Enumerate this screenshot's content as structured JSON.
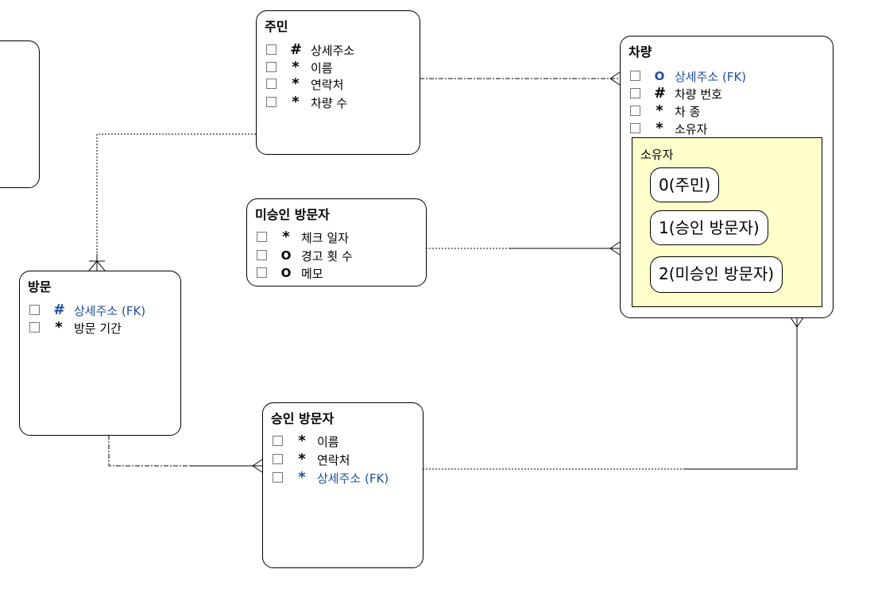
{
  "entities": {
    "resident": {
      "title": "주민",
      "attrs": [
        {
          "marker": "#",
          "label": "상세주소"
        },
        {
          "marker": "*",
          "label": "이름"
        },
        {
          "marker": "*",
          "label": "연락처"
        },
        {
          "marker": "*",
          "label": "차량 수"
        }
      ]
    },
    "vehicle": {
      "title": "차량",
      "attrs": [
        {
          "marker": "O",
          "label": "상세주소 (FK)"
        },
        {
          "marker": "#",
          "label": "차량 번호"
        },
        {
          "marker": "*",
          "label": "차 종"
        },
        {
          "marker": "*",
          "label": "소유자"
        }
      ],
      "subtype_group": {
        "title": "소유자",
        "subtypes": [
          "0(주민)",
          "1(승인 방문자)",
          "2(미승인 방문자)"
        ]
      }
    },
    "unapproved_visitor": {
      "title": "미승인 방문자",
      "attrs": [
        {
          "marker": "*",
          "label": "체크 일자"
        },
        {
          "marker": "O",
          "label": "경고 횟 수"
        },
        {
          "marker": "O",
          "label": "메모"
        }
      ]
    },
    "visit": {
      "title": "방문",
      "attrs": [
        {
          "marker": "#",
          "label": "상세주소 (FK)"
        },
        {
          "marker": "*",
          "label": "방문 기간"
        }
      ]
    },
    "approved_visitor": {
      "title": "승인 방문자",
      "attrs": [
        {
          "marker": "*",
          "label": "이름"
        },
        {
          "marker": "*",
          "label": "연락처"
        },
        {
          "marker": "*",
          "label": "상세주소 (FK)"
        }
      ]
    }
  },
  "colors": {
    "fk_text": "#1f4fa0",
    "subtype_fill": "#ffffcc"
  }
}
